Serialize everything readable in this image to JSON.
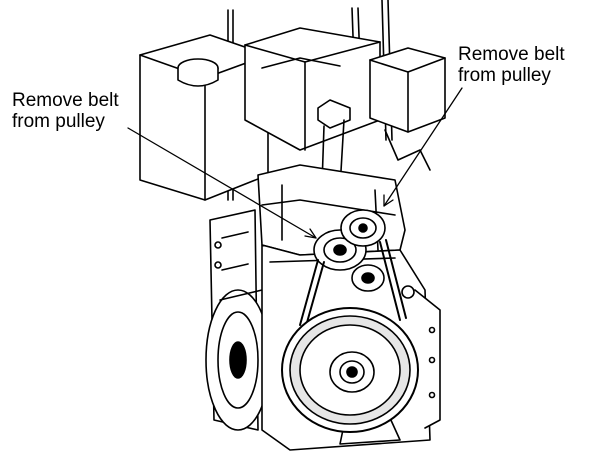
{
  "callouts": {
    "left": {
      "line1": "Remove belt",
      "line2": "from pulley"
    },
    "right": {
      "line1": "Remove belt",
      "line2": "from pulley"
    }
  },
  "style": {
    "ink": "#000000",
    "paper": "#ffffff",
    "shade": "#e6e6e6"
  }
}
